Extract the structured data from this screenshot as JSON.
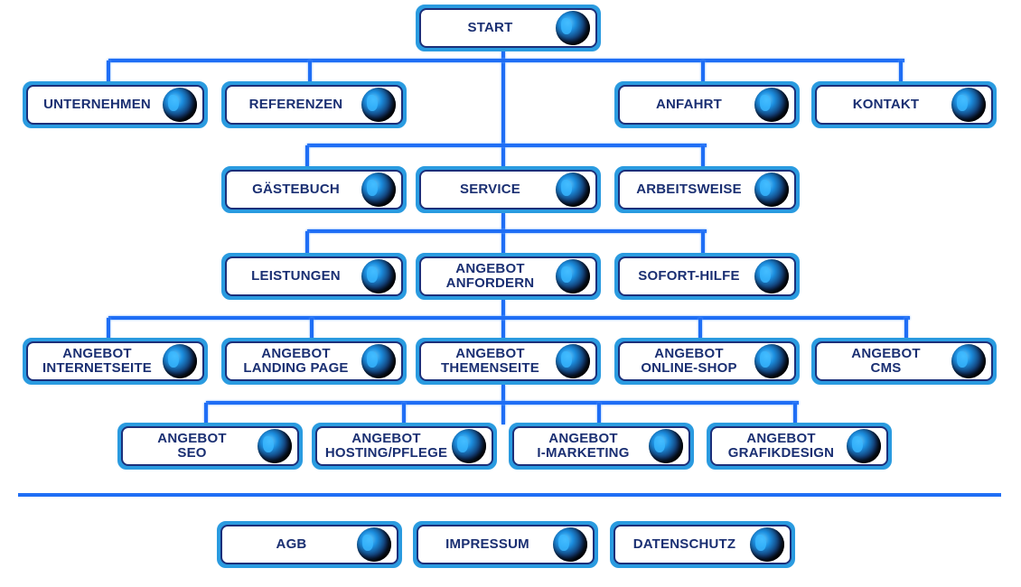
{
  "nodes": {
    "start": "START",
    "unternehmen": "UNTERNEHMEN",
    "referenzen": "REFERENZEN",
    "anfahrt": "ANFAHRT",
    "kontakt": "KONTAKT",
    "gaestebuch": "GÄSTEBUCH",
    "service": "SERVICE",
    "arbeitsweise": "ARBEITSWEISE",
    "leistungen": "LEISTUNGEN",
    "angebot_anfordern": "ANGEBOT\nANFORDERN",
    "sofort_hilfe": "SOFORT-HILFE",
    "angebot_internetseite": "ANGEBOT\nINTERNETSEITE",
    "angebot_landing_page": "ANGEBOT\nLANDING PAGE",
    "angebot_themenseite": "ANGEBOT\nTHEMENSEITE",
    "angebot_online_shop": "ANGEBOT\nONLINE-SHOP",
    "angebot_cms": "ANGEBOT\nCMS",
    "angebot_seo": "ANGEBOT\nSEO",
    "angebot_hosting": "ANGEBOT\nHOSTING/PFLEGE",
    "angebot_i_marketing": "ANGEBOT\nI-MARKETING",
    "angebot_grafikdesign": "ANGEBOT\nGRAFIKDESIGN",
    "agb": "AGB",
    "impressum": "IMPRESSUM",
    "datenschutz": "DATENSCHUTZ"
  },
  "icon": "globe-icon"
}
